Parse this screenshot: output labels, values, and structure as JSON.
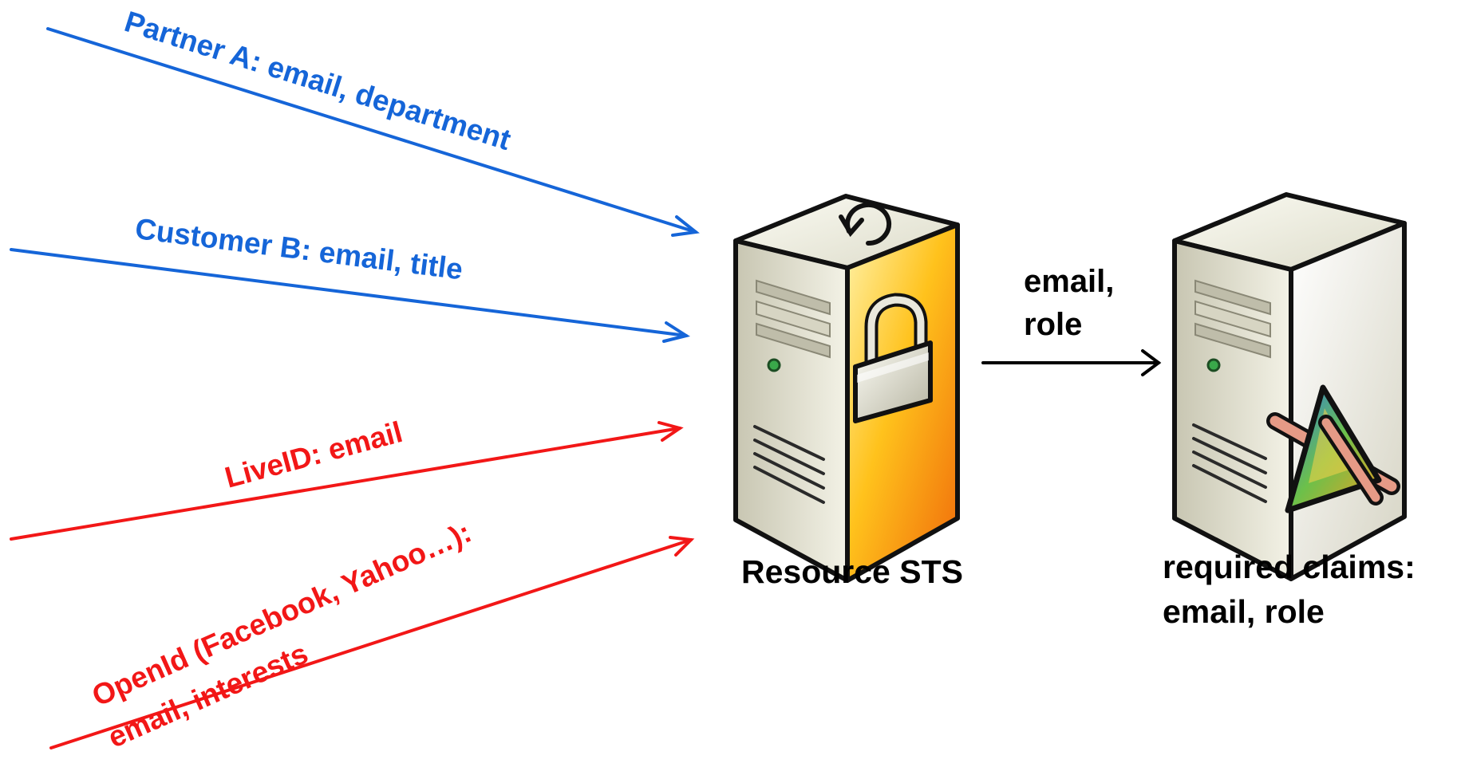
{
  "incoming_claims": [
    {
      "text": "Partner A: email, department",
      "color": "#1565d8"
    },
    {
      "text": "Customer B: email, title",
      "color": "#1565d8"
    },
    {
      "text": "LiveID: email",
      "color": "#f21717"
    },
    {
      "text": "OpenId (Facebook, Yahoo…):",
      "text2": "email, interests",
      "color": "#f21717"
    }
  ],
  "sts": {
    "label": "Resource STS",
    "icon": "lock-server-icon"
  },
  "forwarded_claims": {
    "line1": "email,",
    "line2": "role"
  },
  "app": {
    "label_line1": "required claims:",
    "label_line2": "email, role",
    "icon": "application-server-icon"
  }
}
